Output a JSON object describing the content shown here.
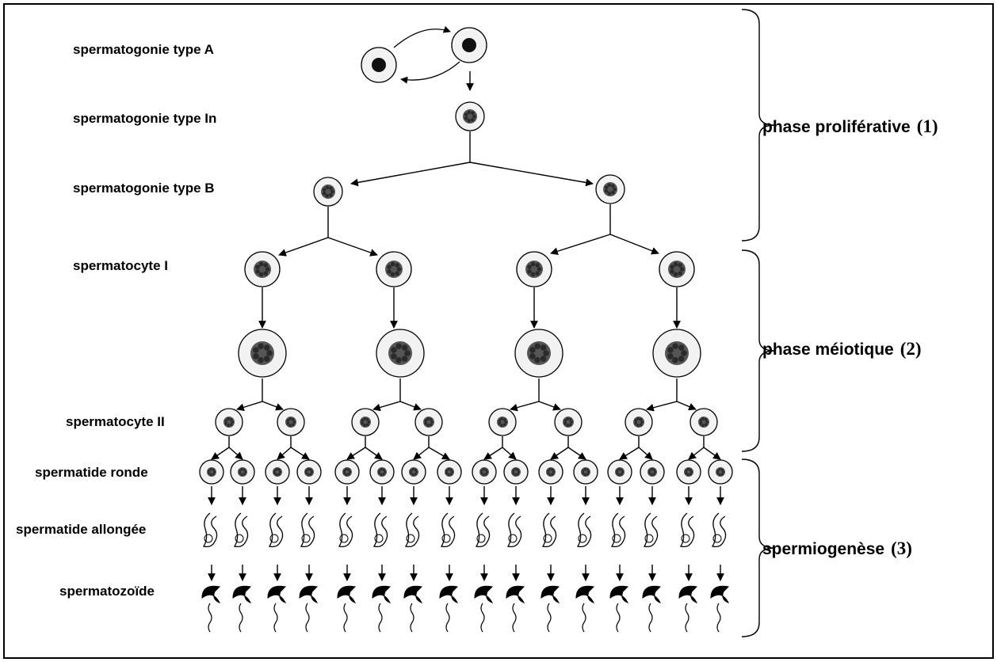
{
  "stage_labels": {
    "spermatogonie_a": "spermatogonie type A",
    "spermatogonie_in": "spermatogonie type In",
    "spermatogonie_b": "spermatogonie type B",
    "spermatocyte_1": "spermatocyte I",
    "spermatocyte_2": "spermatocyte II",
    "spermatide_ronde": "spermatide ronde",
    "spermatide_allongee": "spermatide allongée",
    "spermatozoide": "spermatozoïde"
  },
  "phases": [
    {
      "name": "phase proliférative",
      "number": "(1)"
    },
    {
      "name": "phase méiotique",
      "number": "(2)"
    },
    {
      "name": "spermiogenèse",
      "number": "(3)"
    }
  ],
  "colors": {
    "ink": "#000000",
    "cell_fill": "#f2f2f2",
    "nucleus": "#3a3a3a",
    "background": "#ffffff"
  }
}
